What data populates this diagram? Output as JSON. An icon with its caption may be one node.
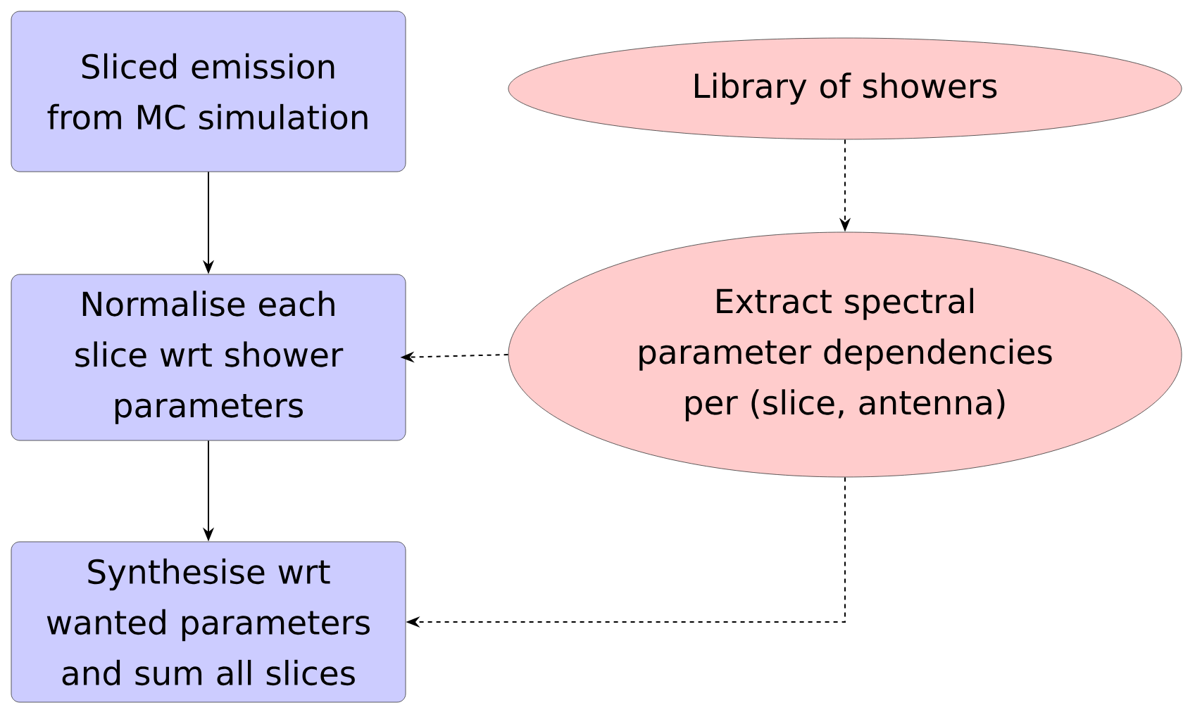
{
  "diagram": {
    "nodes": [
      {
        "text": [
          "Sliced emission from MC simulation"
        ]
      },
      {
        "text": [
          "Library of showers"
        ]
      },
      {
        "text": [
          "Normalise each slice wrt shower parameters"
        ]
      },
      {
        "text": [
          "Extract spectral parameter dependencies per (slice, antenna)"
        ]
      },
      {
        "text": [
          "Synthesise wrt wanted parameters and sum all slices"
        ]
      }
    ],
    "edges": [
      {
        "from": 0,
        "to": 2,
        "arrow": "to"
      },
      {
        "from": 1,
        "to": 3,
        "arrow": "to",
        "style": "dashed"
      },
      {
        "from": 3,
        "to": 2,
        "arrow": "to",
        "style": "dashed"
      },
      {
        "from": 2,
        "to": 4,
        "arrow": "to"
      },
      {
        "from": 3,
        "to": 4,
        "arrow": "to",
        "style": "dashed"
      }
    ]
  }
}
